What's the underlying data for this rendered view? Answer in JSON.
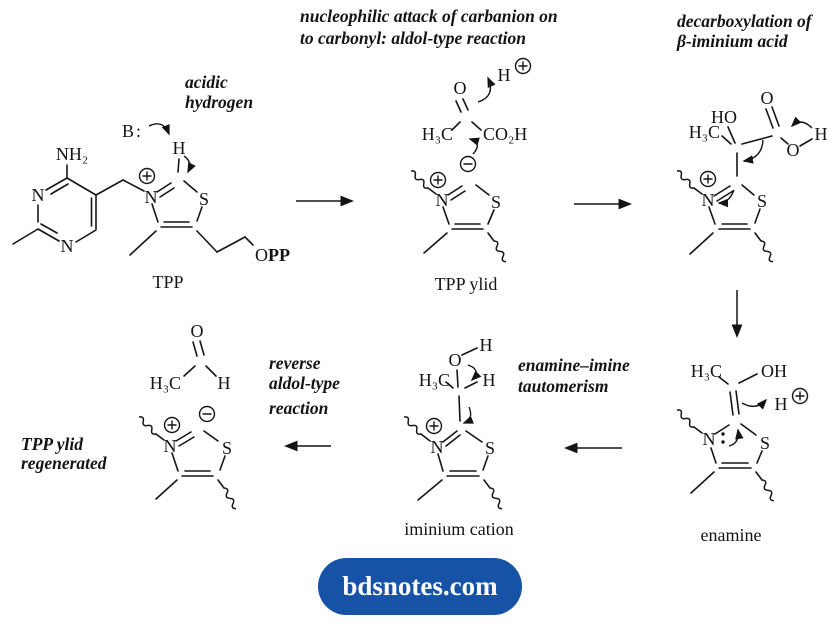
{
  "captions": {
    "aldol": {
      "line1": "nucleophilic attack of carbanion on",
      "line2": "to carbonyl: aldol-type reaction"
    },
    "decarb": {
      "line1": "decarboxylation of",
      "line2": "β-iminium acid"
    },
    "acidic": {
      "line1": "acidic",
      "line2": "hydrogen"
    },
    "reverse_aldol": {
      "line1": "reverse",
      "line2": "aldol-type",
      "line3": "reaction"
    },
    "tautomerism": {
      "line1": "enamine–imine",
      "line2": "tautomerism"
    },
    "ylid_regen": {
      "line1": "TPP ylid",
      "line2": "regenerated"
    }
  },
  "labels": {
    "tpp": {
      "name": "TPP",
      "nh2": "NH₂",
      "n_left": "N",
      "n_bottom": "N",
      "ring_n": "N",
      "ring_s": "S",
      "acidic_h": "H",
      "base": "B:",
      "opp_o": "O",
      "opp_pp": "PP"
    },
    "pyruvate": {
      "o": "O",
      "h3c": "H₃C",
      "co2h": "CO₂H",
      "h_plus": "H"
    },
    "tpp_ylid": {
      "name": "TPP ylid",
      "n": "N",
      "s": "S"
    },
    "beta_iminium": {
      "ho": "HO",
      "h3c": "H₃C",
      "o_top": "O",
      "o_acid": "O",
      "h_acid": "H",
      "n": "N",
      "s": "S"
    },
    "enamine": {
      "name": "enamine",
      "h3c": "H₃C",
      "oh": "OH",
      "h_plus": "H",
      "n": "N",
      "s": "S"
    },
    "iminium": {
      "name": "iminium cation",
      "h_top": "H",
      "o": "O",
      "h3c": "H₃C",
      "h_alpha": "H",
      "n": "N",
      "s": "S"
    },
    "acetaldehyde": {
      "o": "O",
      "h3c": "H₃C",
      "h": "H"
    },
    "ylid_regen": {
      "n": "N",
      "s": "S"
    }
  },
  "badge": {
    "text": "bdsnotes.com",
    "bg": "#1652a5",
    "fg": "#ffffff"
  }
}
